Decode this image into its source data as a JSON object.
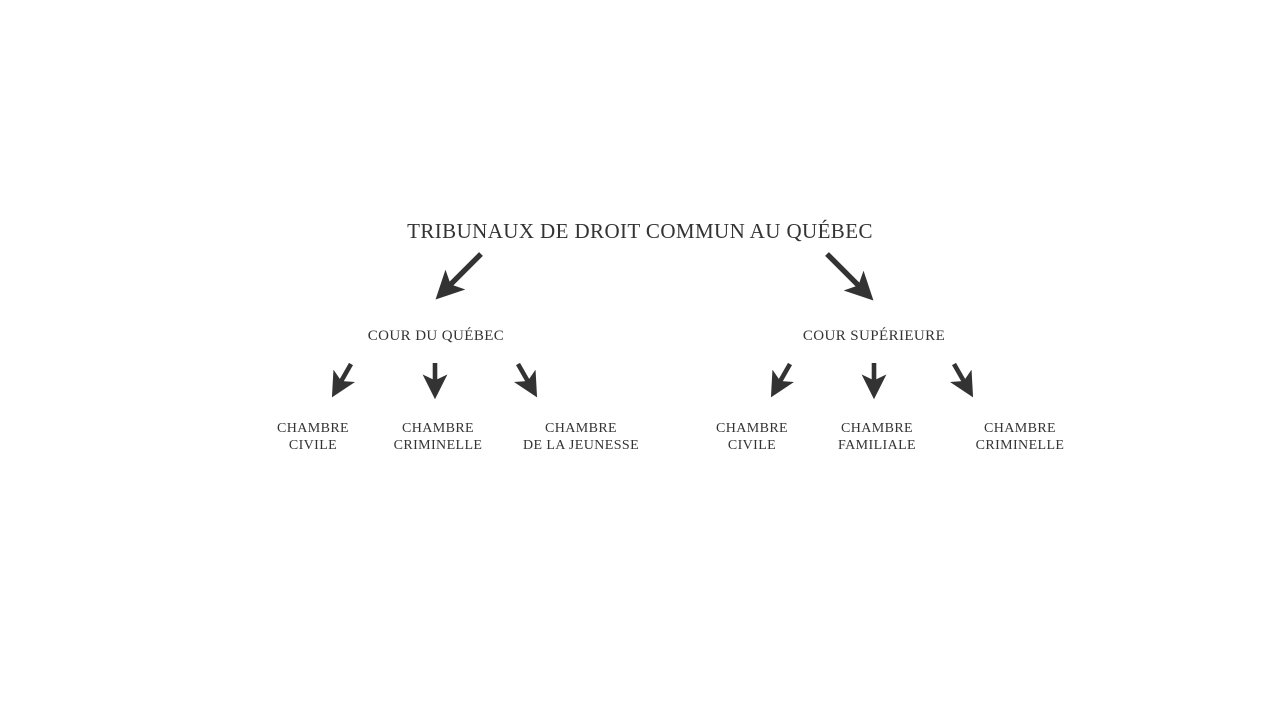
{
  "diagram": {
    "type": "hierarchy-tree",
    "background_color": "#ffffff",
    "text_color": "#333333",
    "arrow_color": "#333333",
    "root": {
      "label": "TRIBUNAUX DE DROIT COMMUN AU QUÉBEC"
    },
    "branches": [
      {
        "label": "COUR DU QUÉBEC",
        "children": [
          {
            "line1": "CHAMBRE",
            "line2": "CIVILE"
          },
          {
            "line1": "CHAMBRE",
            "line2": "CRIMINELLE"
          },
          {
            "line1": "CHAMBRE",
            "line2": "DE LA JEUNESSE"
          }
        ]
      },
      {
        "label": "COUR SUPÉRIEURE",
        "children": [
          {
            "line1": "CHAMBRE",
            "line2": "CIVILE"
          },
          {
            "line1": "CHAMBRE",
            "line2": "FAMILIALE"
          },
          {
            "line1": "CHAMBRE",
            "line2": "CRIMINELLE"
          }
        ]
      }
    ],
    "connectors": [
      {
        "name": "root-to-cour-du-quebec",
        "direction": "down-left"
      },
      {
        "name": "root-to-cour-superieure",
        "direction": "down-right"
      },
      {
        "name": "cour-du-quebec-to-chambre-civile",
        "direction": "down-left"
      },
      {
        "name": "cour-du-quebec-to-chambre-criminelle",
        "direction": "down"
      },
      {
        "name": "cour-du-quebec-to-chambre-de-la-jeunesse",
        "direction": "down-right"
      },
      {
        "name": "cour-superieure-to-chambre-civile",
        "direction": "down-left"
      },
      {
        "name": "cour-superieure-to-chambre-familiale",
        "direction": "down"
      },
      {
        "name": "cour-superieure-to-chambre-criminelle",
        "direction": "down-right"
      }
    ]
  }
}
